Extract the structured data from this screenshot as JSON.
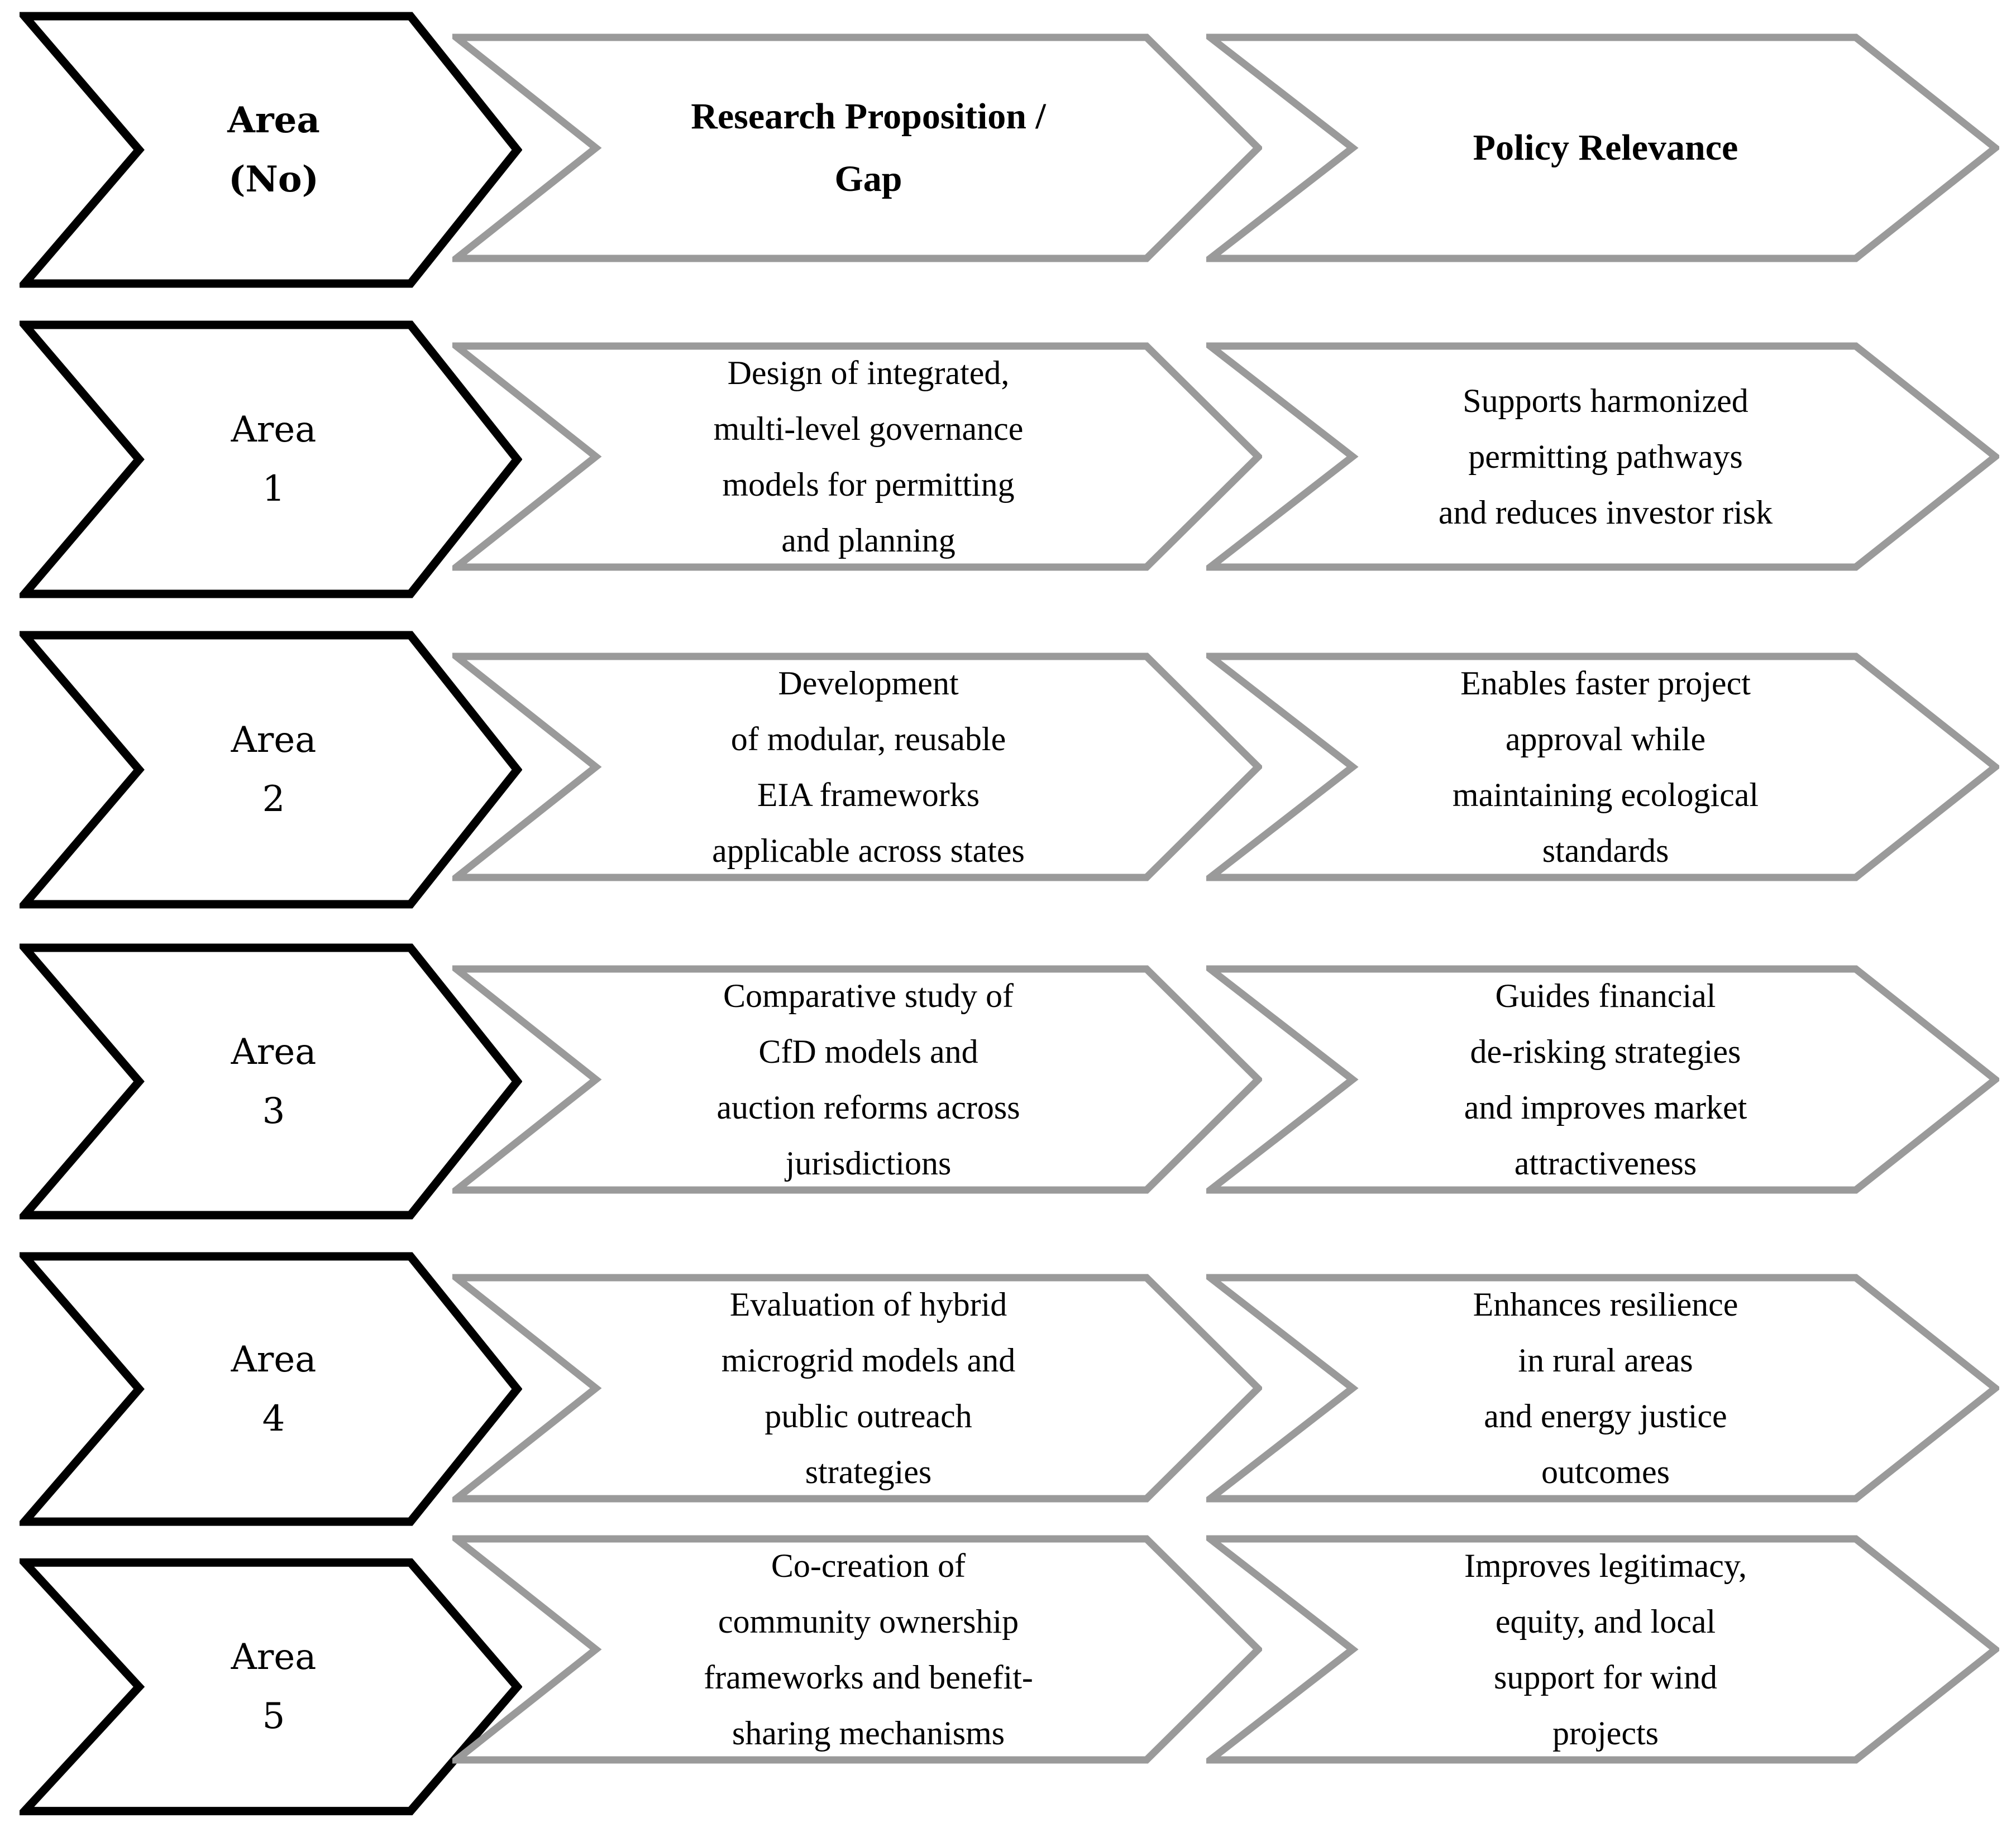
{
  "diagram_title": "Research areas, propositions and policy relevance chevron diagram",
  "colors": {
    "primary_outline": "#000000",
    "secondary_outline": "#9a9a9a",
    "text": "#000000",
    "background": "#ffffff"
  },
  "header": {
    "area_label": "Area\n(No)",
    "proposition_label": "Research Proposition /\nGap",
    "policy_label": "Policy Relevance"
  },
  "rows": [
    {
      "area": "Area\n1",
      "proposition": "Design of integrated,\nmulti-level governance\nmodels for permitting\nand planning",
      "policy": "Supports harmonized\npermitting pathways\nand reduces investor risk"
    },
    {
      "area": "Area\n2",
      "proposition": "Development\nof modular, reusable\nEIA frameworks\napplicable across states",
      "policy": "Enables faster project\napproval while\nmaintaining ecological\nstandards"
    },
    {
      "area": "Area\n3",
      "proposition": "Comparative study of\nCfD models and\nauction reforms across\njurisdictions",
      "policy": "Guides financial\nde-risking strategies\nand improves market\nattractiveness"
    },
    {
      "area": "Area\n4",
      "proposition": "Evaluation of hybrid\nmicrogrid models and\npublic outreach\nstrategies",
      "policy": "Enhances resilience\nin rural areas\nand energy justice\noutcomes"
    },
    {
      "area": "Area\n5",
      "proposition": "Co-creation of\ncommunity ownership\nframeworks and benefit-\nsharing mechanisms",
      "policy": "Improves legitimacy,\nequity, and local\nsupport for wind\nprojects"
    }
  ]
}
